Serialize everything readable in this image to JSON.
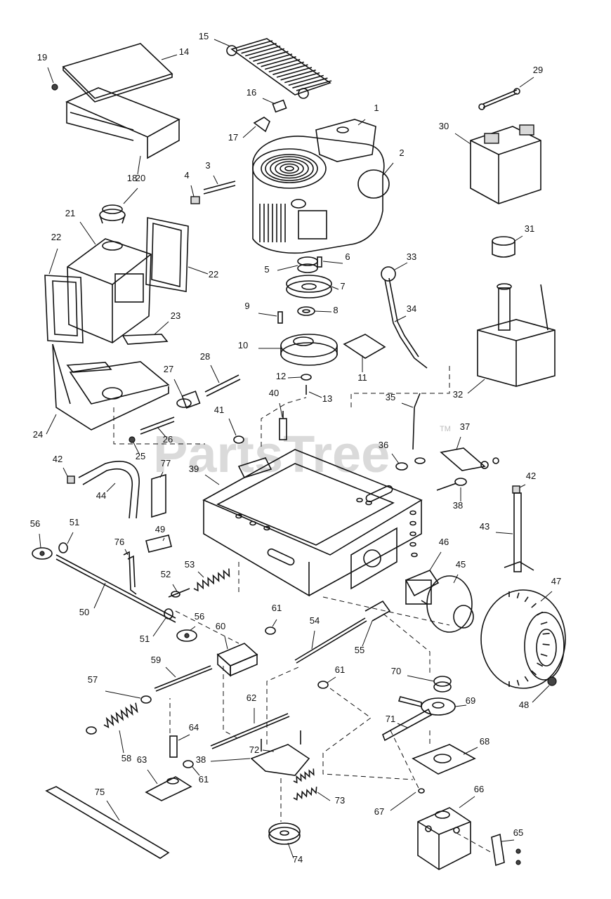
{
  "watermark": {
    "text": "PartsTree",
    "tm": "TM"
  },
  "callouts": [
    {
      "id": "c1",
      "label": "1"
    },
    {
      "id": "c2",
      "label": "2"
    },
    {
      "id": "c3",
      "label": "3"
    },
    {
      "id": "c4",
      "label": "4"
    },
    {
      "id": "c5",
      "label": "5"
    },
    {
      "id": "c6",
      "label": "6"
    },
    {
      "id": "c7",
      "label": "7"
    },
    {
      "id": "c8",
      "label": "8"
    },
    {
      "id": "c9",
      "label": "9"
    },
    {
      "id": "c10",
      "label": "10"
    },
    {
      "id": "c11",
      "label": "11"
    },
    {
      "id": "c12",
      "label": "12"
    },
    {
      "id": "c13",
      "label": "13"
    },
    {
      "id": "c14",
      "label": "14"
    },
    {
      "id": "c15",
      "label": "15"
    },
    {
      "id": "c16",
      "label": "16"
    },
    {
      "id": "c17",
      "label": "17"
    },
    {
      "id": "c18",
      "label": "18"
    },
    {
      "id": "c19",
      "label": "19"
    },
    {
      "id": "c20",
      "label": "20"
    },
    {
      "id": "c21",
      "label": "21"
    },
    {
      "id": "c22a",
      "label": "22"
    },
    {
      "id": "c22b",
      "label": "22"
    },
    {
      "id": "c23",
      "label": "23"
    },
    {
      "id": "c24",
      "label": "24"
    },
    {
      "id": "c25",
      "label": "25"
    },
    {
      "id": "c26",
      "label": "26"
    },
    {
      "id": "c27",
      "label": "27"
    },
    {
      "id": "c28",
      "label": "28"
    },
    {
      "id": "c29",
      "label": "29"
    },
    {
      "id": "c30",
      "label": "30"
    },
    {
      "id": "c31",
      "label": "31"
    },
    {
      "id": "c32",
      "label": "32"
    },
    {
      "id": "c33",
      "label": "33"
    },
    {
      "id": "c34",
      "label": "34"
    },
    {
      "id": "c35",
      "label": "35"
    },
    {
      "id": "c36",
      "label": "36"
    },
    {
      "id": "c37",
      "label": "37"
    },
    {
      "id": "c38a",
      "label": "38"
    },
    {
      "id": "c38b",
      "label": "38"
    },
    {
      "id": "c39",
      "label": "39"
    },
    {
      "id": "c40",
      "label": "40"
    },
    {
      "id": "c41",
      "label": "41"
    },
    {
      "id": "c42a",
      "label": "42"
    },
    {
      "id": "c42b",
      "label": "42"
    },
    {
      "id": "c43",
      "label": "43"
    },
    {
      "id": "c44",
      "label": "44"
    },
    {
      "id": "c45",
      "label": "45"
    },
    {
      "id": "c46",
      "label": "46"
    },
    {
      "id": "c47",
      "label": "47"
    },
    {
      "id": "c48",
      "label": "48"
    },
    {
      "id": "c49",
      "label": "49"
    },
    {
      "id": "c50",
      "label": "50"
    },
    {
      "id": "c51a",
      "label": "51"
    },
    {
      "id": "c51b",
      "label": "51"
    },
    {
      "id": "c52",
      "label": "52"
    },
    {
      "id": "c53",
      "label": "53"
    },
    {
      "id": "c54",
      "label": "54"
    },
    {
      "id": "c55",
      "label": "55"
    },
    {
      "id": "c56a",
      "label": "56"
    },
    {
      "id": "c56b",
      "label": "56"
    },
    {
      "id": "c57",
      "label": "57"
    },
    {
      "id": "c58",
      "label": "58"
    },
    {
      "id": "c59",
      "label": "59"
    },
    {
      "id": "c60",
      "label": "60"
    },
    {
      "id": "c61a",
      "label": "61"
    },
    {
      "id": "c61b",
      "label": "61"
    },
    {
      "id": "c61c",
      "label": "61"
    },
    {
      "id": "c62",
      "label": "62"
    },
    {
      "id": "c63",
      "label": "63"
    },
    {
      "id": "c64",
      "label": "64"
    },
    {
      "id": "c65",
      "label": "65"
    },
    {
      "id": "c66",
      "label": "66"
    },
    {
      "id": "c67",
      "label": "67"
    },
    {
      "id": "c68",
      "label": "68"
    },
    {
      "id": "c69",
      "label": "69"
    },
    {
      "id": "c70",
      "label": "70"
    },
    {
      "id": "c71",
      "label": "71"
    },
    {
      "id": "c72",
      "label": "72"
    },
    {
      "id": "c73",
      "label": "73"
    },
    {
      "id": "c74",
      "label": "74"
    },
    {
      "id": "c75",
      "label": "75"
    },
    {
      "id": "c76",
      "label": "76"
    },
    {
      "id": "c77",
      "label": "77"
    }
  ]
}
